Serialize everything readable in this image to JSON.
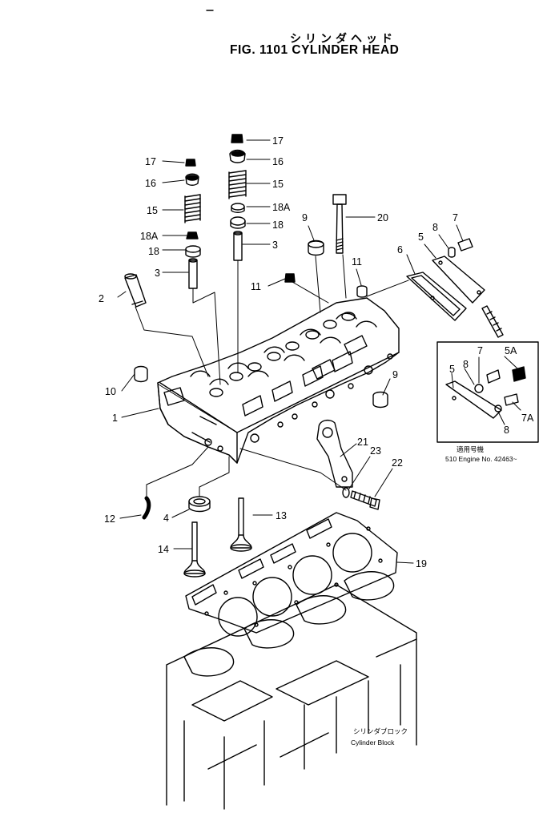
{
  "title_jp": "シリンダヘッド",
  "title": "FIG. 1101  CYLINDER HEAD",
  "callouts": [
    {
      "id": "c-17a",
      "text": "17"
    },
    {
      "id": "c-16a",
      "text": "16"
    },
    {
      "id": "c-15a",
      "text": "15"
    },
    {
      "id": "c-18Aa",
      "text": "18A"
    },
    {
      "id": "c-18a",
      "text": "18"
    },
    {
      "id": "c-3a",
      "text": "3"
    },
    {
      "id": "c-17b",
      "text": "17"
    },
    {
      "id": "c-16b",
      "text": "16"
    },
    {
      "id": "c-15b",
      "text": "15"
    },
    {
      "id": "c-18Ab",
      "text": "18A"
    },
    {
      "id": "c-18b",
      "text": "18"
    },
    {
      "id": "c-3b",
      "text": "3"
    },
    {
      "id": "c-2",
      "text": "2"
    },
    {
      "id": "c-9a",
      "text": "9"
    },
    {
      "id": "c-20",
      "text": "20"
    },
    {
      "id": "c-11a",
      "text": "11"
    },
    {
      "id": "c-11b",
      "text": "11"
    },
    {
      "id": "c-8",
      "text": "8"
    },
    {
      "id": "c-7",
      "text": "7"
    },
    {
      "id": "c-5",
      "text": "5"
    },
    {
      "id": "c-6",
      "text": "6"
    },
    {
      "id": "c-10",
      "text": "10"
    },
    {
      "id": "c-1",
      "text": "1"
    },
    {
      "id": "c-9b",
      "text": "9"
    },
    {
      "id": "c-21",
      "text": "21"
    },
    {
      "id": "c-23",
      "text": "23"
    },
    {
      "id": "c-22",
      "text": "22"
    },
    {
      "id": "c-12",
      "text": "12"
    },
    {
      "id": "c-4",
      "text": "4"
    },
    {
      "id": "c-13",
      "text": "13"
    },
    {
      "id": "c-14",
      "text": "14"
    },
    {
      "id": "c-19",
      "text": "19"
    },
    {
      "id": "c-inset-7",
      "text": "7"
    },
    {
      "id": "c-inset-5A",
      "text": "5A"
    },
    {
      "id": "c-inset-8a",
      "text": "8"
    },
    {
      "id": "c-inset-5",
      "text": "5"
    },
    {
      "id": "c-inset-8b",
      "text": "8"
    },
    {
      "id": "c-inset-7A",
      "text": "7A"
    }
  ],
  "inset_note_jp": "適用号機",
  "inset_note": "510  Engine  No. 42463~",
  "block_label_jp": "シリンダブロック",
  "block_label": "Cylinder  Block"
}
